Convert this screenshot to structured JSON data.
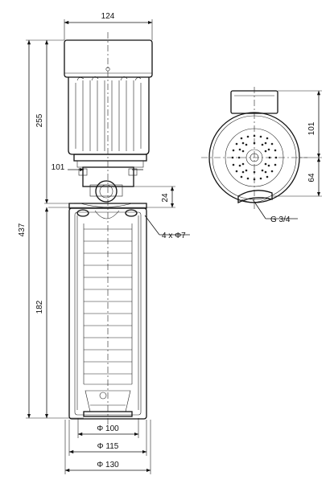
{
  "drawing": {
    "dim_top_width": "124",
    "dim_overall_height": "437",
    "dim_motor_height": "255",
    "dim_pump_height": "182",
    "dim_offset_101": "101",
    "dim_flange_24": "24",
    "bolt_holes": "4 x Φ7",
    "dim_d100": "Φ 100",
    "dim_d115": "Φ 115",
    "dim_d130": "Φ 130",
    "dim_side_101": "101",
    "dim_side_64": "64",
    "thread_label": "G 3/4"
  }
}
